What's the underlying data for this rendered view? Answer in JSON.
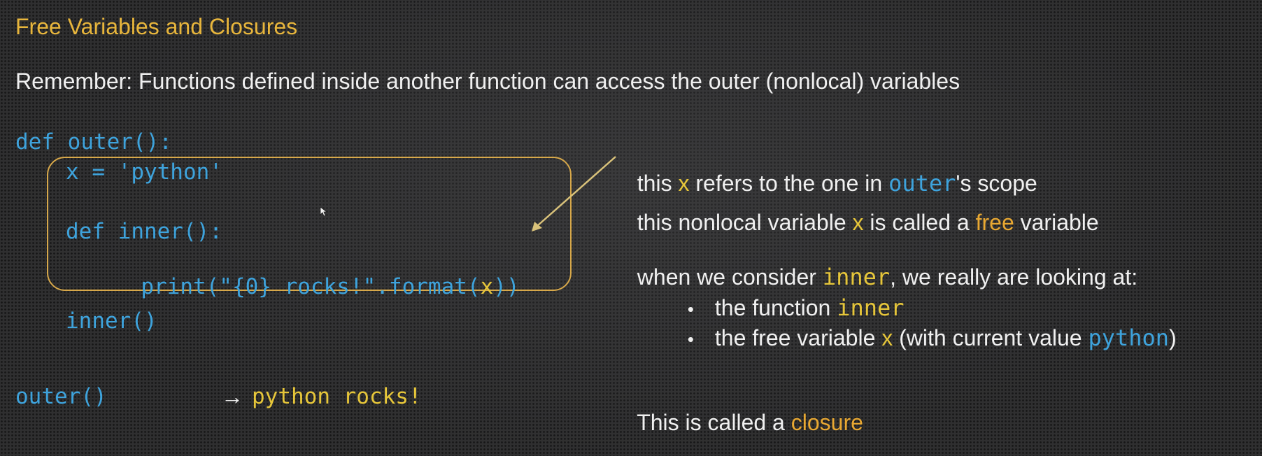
{
  "slide": {
    "title": "Free Variables and Closures",
    "remember": "Remember: Functions defined inside another function can access the outer (nonlocal) variables"
  },
  "code": {
    "line_def_outer": "def outer():",
    "line_x_assign": "x = 'python'",
    "line_def_inner": "def inner():",
    "line_print_pre": "print(\"{0} rocks!\".format(",
    "line_print_x": "x",
    "line_print_post": "))",
    "line_call_inner": "inner()",
    "line_call_outer": "outer()",
    "output_arrow": "→",
    "output_text": "python rocks!"
  },
  "notes": {
    "n1_pre": "this ",
    "n1_x": "x",
    "n1_mid": " refers to the one in ",
    "n1_outer": "outer",
    "n1_post": "'s scope",
    "n2_pre": "this nonlocal variable ",
    "n2_x": "x",
    "n2_mid": " is called a ",
    "n2_free": "free",
    "n2_post": " variable",
    "n3_pre": "when we consider ",
    "n3_inner": "inner",
    "n3_post": ", we really are looking at:",
    "b1_bullet": "•",
    "b1_pre": "the function ",
    "b1_inner": "inner",
    "b2_bullet": "•",
    "b2_pre": "the free variable ",
    "b2_x": "x",
    "b2_mid": " (with current value ",
    "b2_python": "python",
    "b2_post": ")",
    "n4_pre": "This is called a ",
    "n4_closure": "closure"
  },
  "colors": {
    "background": "#2f2f30",
    "title": "#e8b63c",
    "code": "#3ea3dc",
    "highlight_x": "#e6c63a",
    "highlight_word": "#e8a832",
    "box_border": "#d7a84a"
  },
  "icons": {
    "arrow": "diagonal-arrow-icon",
    "cursor": "mouse-pointer-icon"
  }
}
